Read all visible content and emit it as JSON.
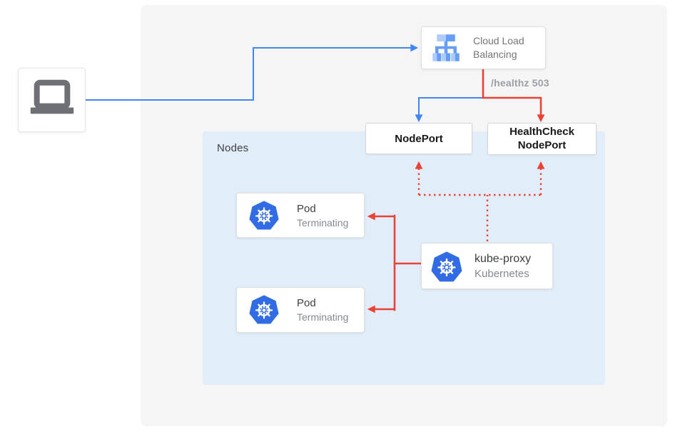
{
  "diagram": {
    "type": "kubernetes-load-balancing-diagram",
    "colors": {
      "background": "#ffffff",
      "panel_bg": "#f5f5f6",
      "nodes_bg": "#e1eefa",
      "card_border": "#e0e0e0",
      "arrow_blue": "#4285f4",
      "arrow_red": "#ea4335",
      "text_dark": "#3c4043",
      "text_gray": "#848a92",
      "kubernetes_blue": "#326ce5",
      "laptop_gray": "#6d7175"
    }
  },
  "nodes_panel": {
    "label": "Nodes"
  },
  "cards": {
    "client": {
      "icon": "laptop-icon"
    },
    "cloud_load_balancing": {
      "title": "Cloud Load Balancing",
      "icon": "cloud-load-balancing-icon"
    },
    "nodeport": {
      "title": "NodePort"
    },
    "healthcheck_nodeport": {
      "title_line1": "HealthCheck",
      "title_line2": "NodePort"
    },
    "pod1": {
      "title": "Pod",
      "subtitle": "Terminating",
      "icon": "kubernetes-icon"
    },
    "pod2": {
      "title": "Pod",
      "subtitle": "Terminating",
      "icon": "kubernetes-icon"
    },
    "kube_proxy": {
      "title": "kube-proxy",
      "subtitle": "Kubernetes",
      "icon": "kubernetes-icon"
    }
  },
  "annotations": {
    "healthz": "/healthz 503"
  },
  "connections": [
    {
      "from": "client",
      "to": "cloud-load-balancing",
      "color": "blue",
      "style": "solid"
    },
    {
      "from": "cloud-load-balancing",
      "to": "nodeport",
      "color": "blue",
      "style": "solid"
    },
    {
      "from": "cloud-load-balancing",
      "to": "healthcheck-nodeport",
      "color": "red",
      "style": "solid",
      "label": "/healthz 503"
    },
    {
      "from": "kube-proxy",
      "to": "nodeport",
      "color": "red",
      "style": "dotted"
    },
    {
      "from": "kube-proxy",
      "to": "healthcheck-nodeport",
      "color": "red",
      "style": "dotted"
    },
    {
      "from": "kube-proxy",
      "to": "pod1",
      "color": "red",
      "style": "solid"
    },
    {
      "from": "kube-proxy",
      "to": "pod2",
      "color": "red",
      "style": "solid"
    }
  ]
}
